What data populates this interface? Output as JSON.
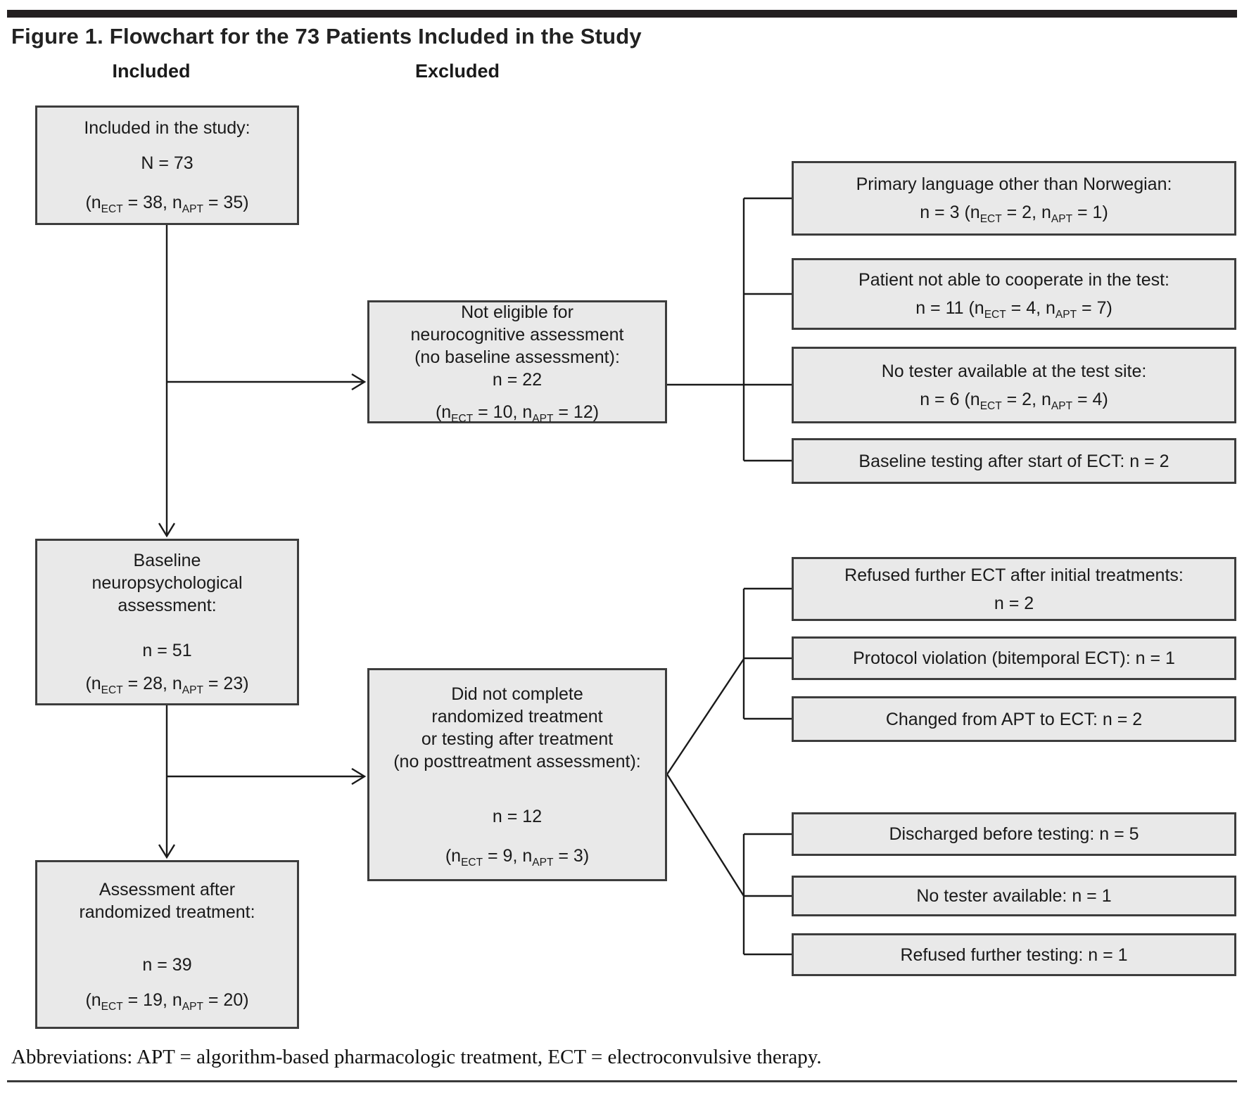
{
  "figure": {
    "title": "Figure 1. Flowchart for the 73 Patients Included in the Study",
    "column_headers": {
      "included": "Included",
      "excluded": "Excluded"
    },
    "footnote": "Abbreviations: APT = algorithm-based pharmacologic treatment, ECT = electroconvulsive therapy."
  },
  "colors": {
    "header_bar": "#231f20",
    "box_fill": "#e9e9e9",
    "box_border": "#3d3d3d",
    "connector_line": "#1a1a1a",
    "text": "#1a1a1a"
  },
  "boxes": {
    "included_study": {
      "lines": [
        "Included in the study:",
        "N = 73",
        "(n_{ECT} = 38, n_{APT} = 35)"
      ]
    },
    "baseline_assessment": {
      "lines": [
        "Baseline",
        "neuropsychological",
        "assessment:",
        "n = 51",
        "(n_{ECT} = 28, n_{APT} = 23)"
      ]
    },
    "post_treatment_assessment": {
      "lines": [
        "Assessment after",
        "randomized treatment:",
        "n = 39",
        "(n_{ECT} = 19, n_{APT} = 20)"
      ]
    },
    "not_eligible": {
      "lines": [
        "Not eligible for",
        "neurocognitive assessment",
        "(no baseline assessment):",
        "n = 22",
        "(n_{ECT} = 10, n_{APT} = 12)"
      ]
    },
    "did_not_complete": {
      "lines": [
        "Did not complete",
        "randomized treatment",
        "or testing after treatment",
        "(no posttreatment assessment):",
        "n = 12",
        "(n_{ECT} = 9, n_{APT} = 3)"
      ]
    },
    "excl_language": {
      "lines": [
        "Primary language other than Norwegian:",
        "n = 3 (n_{ECT} = 2, n_{APT} = 1)"
      ]
    },
    "excl_cooperate": {
      "lines": [
        "Patient not able to cooperate in the test:",
        "n = 11 (n_{ECT} = 4, n_{APT} = 7)"
      ]
    },
    "excl_no_tester_site": {
      "lines": [
        "No tester available at the test site:",
        "n = 6 (n_{ECT} = 2, n_{APT} = 4)"
      ]
    },
    "excl_baseline_after_ect": {
      "lines": [
        "Baseline testing after start of ECT: n = 2"
      ]
    },
    "excl_refused_ect": {
      "lines": [
        "Refused further ECT after initial treatments:",
        "n = 2"
      ]
    },
    "excl_protocol_violation": {
      "lines": [
        "Protocol violation (bitemporal ECT): n = 1"
      ]
    },
    "excl_changed_apt_ect": {
      "lines": [
        "Changed from APT to ECT: n = 2"
      ]
    },
    "excl_discharged": {
      "lines": [
        "Discharged before testing: n = 5"
      ]
    },
    "excl_no_tester": {
      "lines": [
        "No tester available: n = 1"
      ]
    },
    "excl_refused_testing": {
      "lines": [
        "Refused further testing: n = 1"
      ]
    }
  }
}
